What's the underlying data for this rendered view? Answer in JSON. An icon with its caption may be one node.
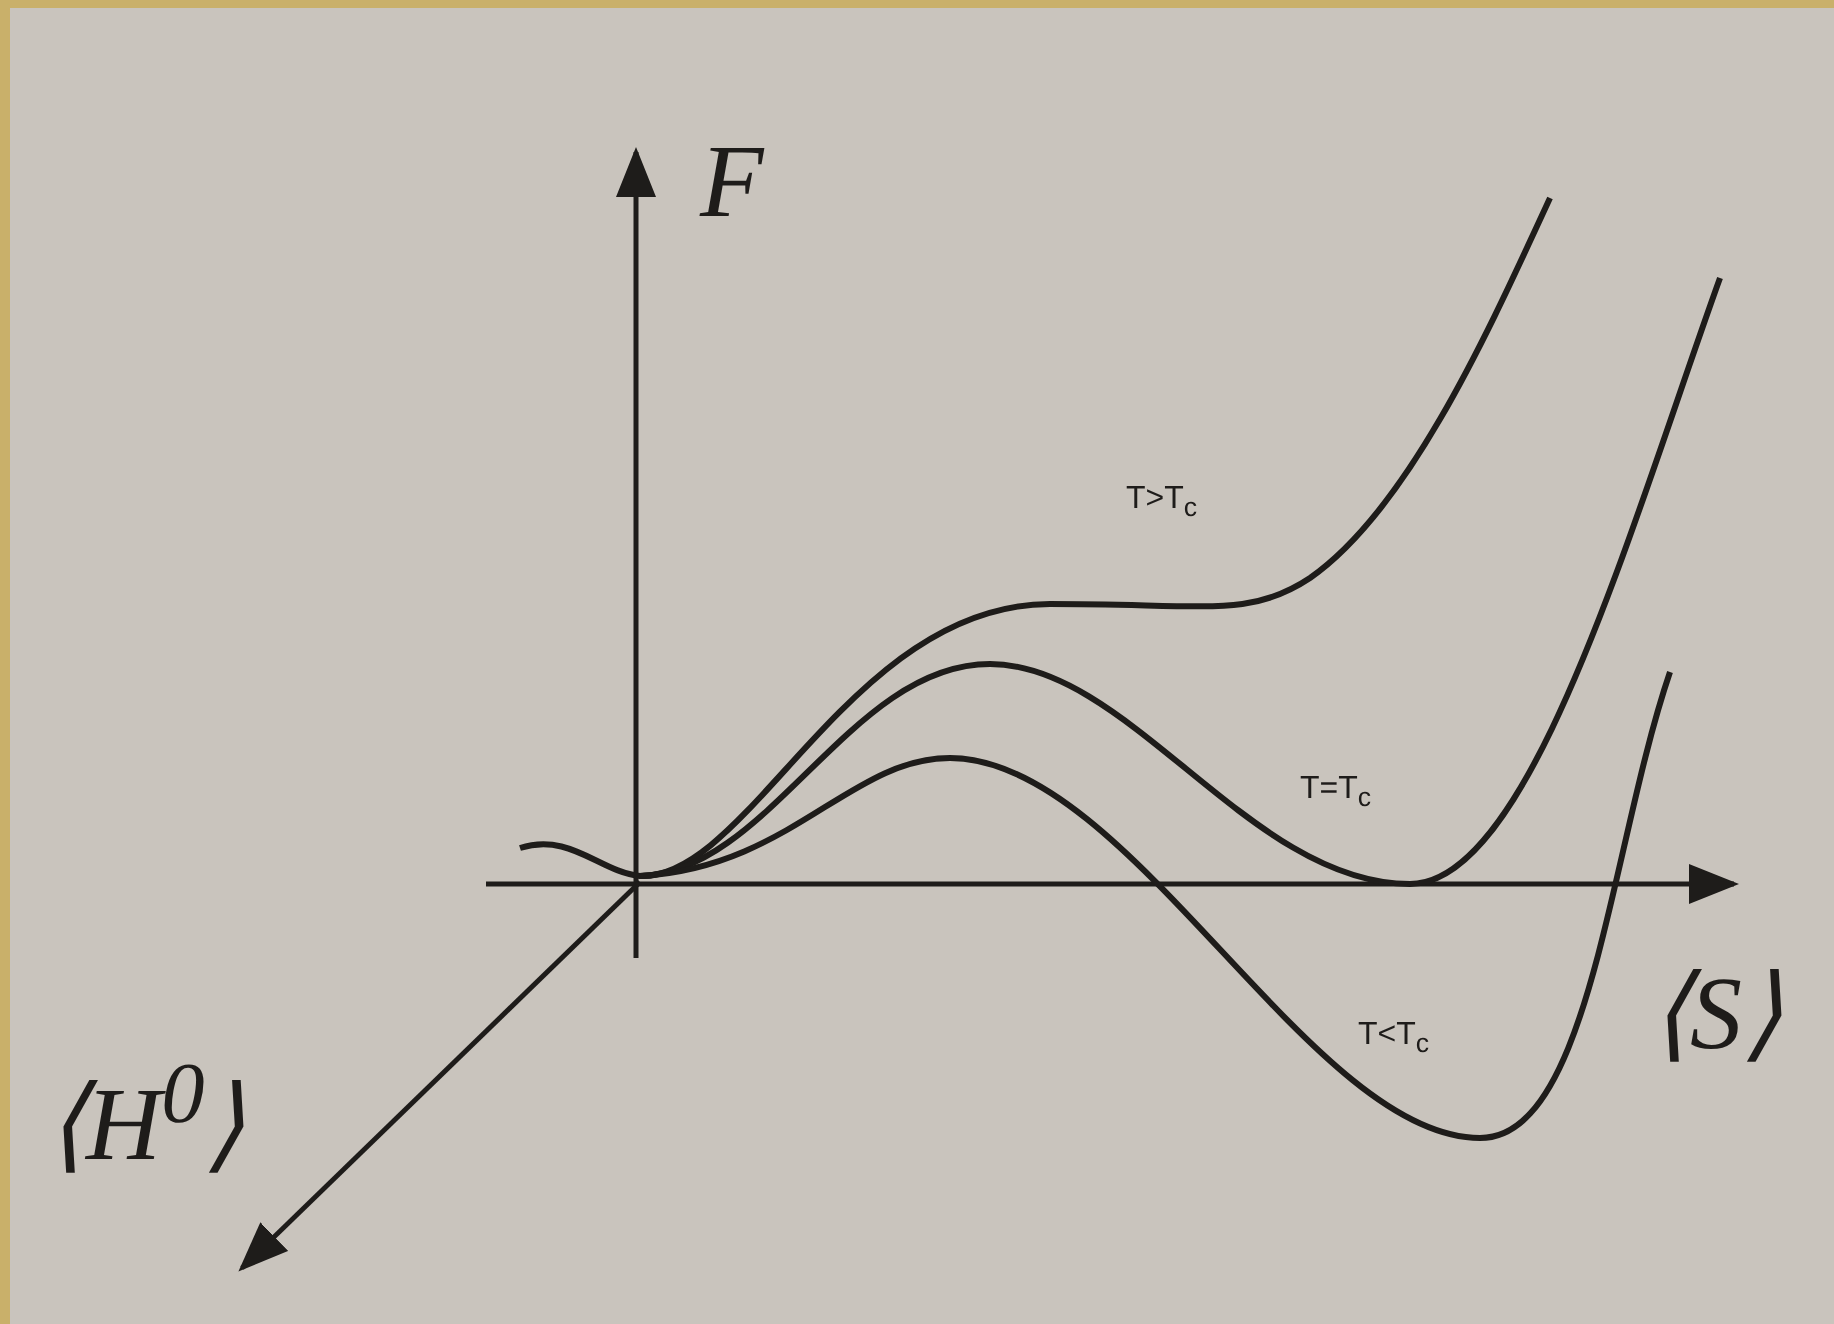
{
  "diagram": {
    "labels": [
      "F",
      "T>T$_{c}$",
      "T=T$_{c}$",
      "T<T$_{c}$",
      "⟨S⟩",
      "⟨H$^{0}$⟩"
    ]
  }
}
